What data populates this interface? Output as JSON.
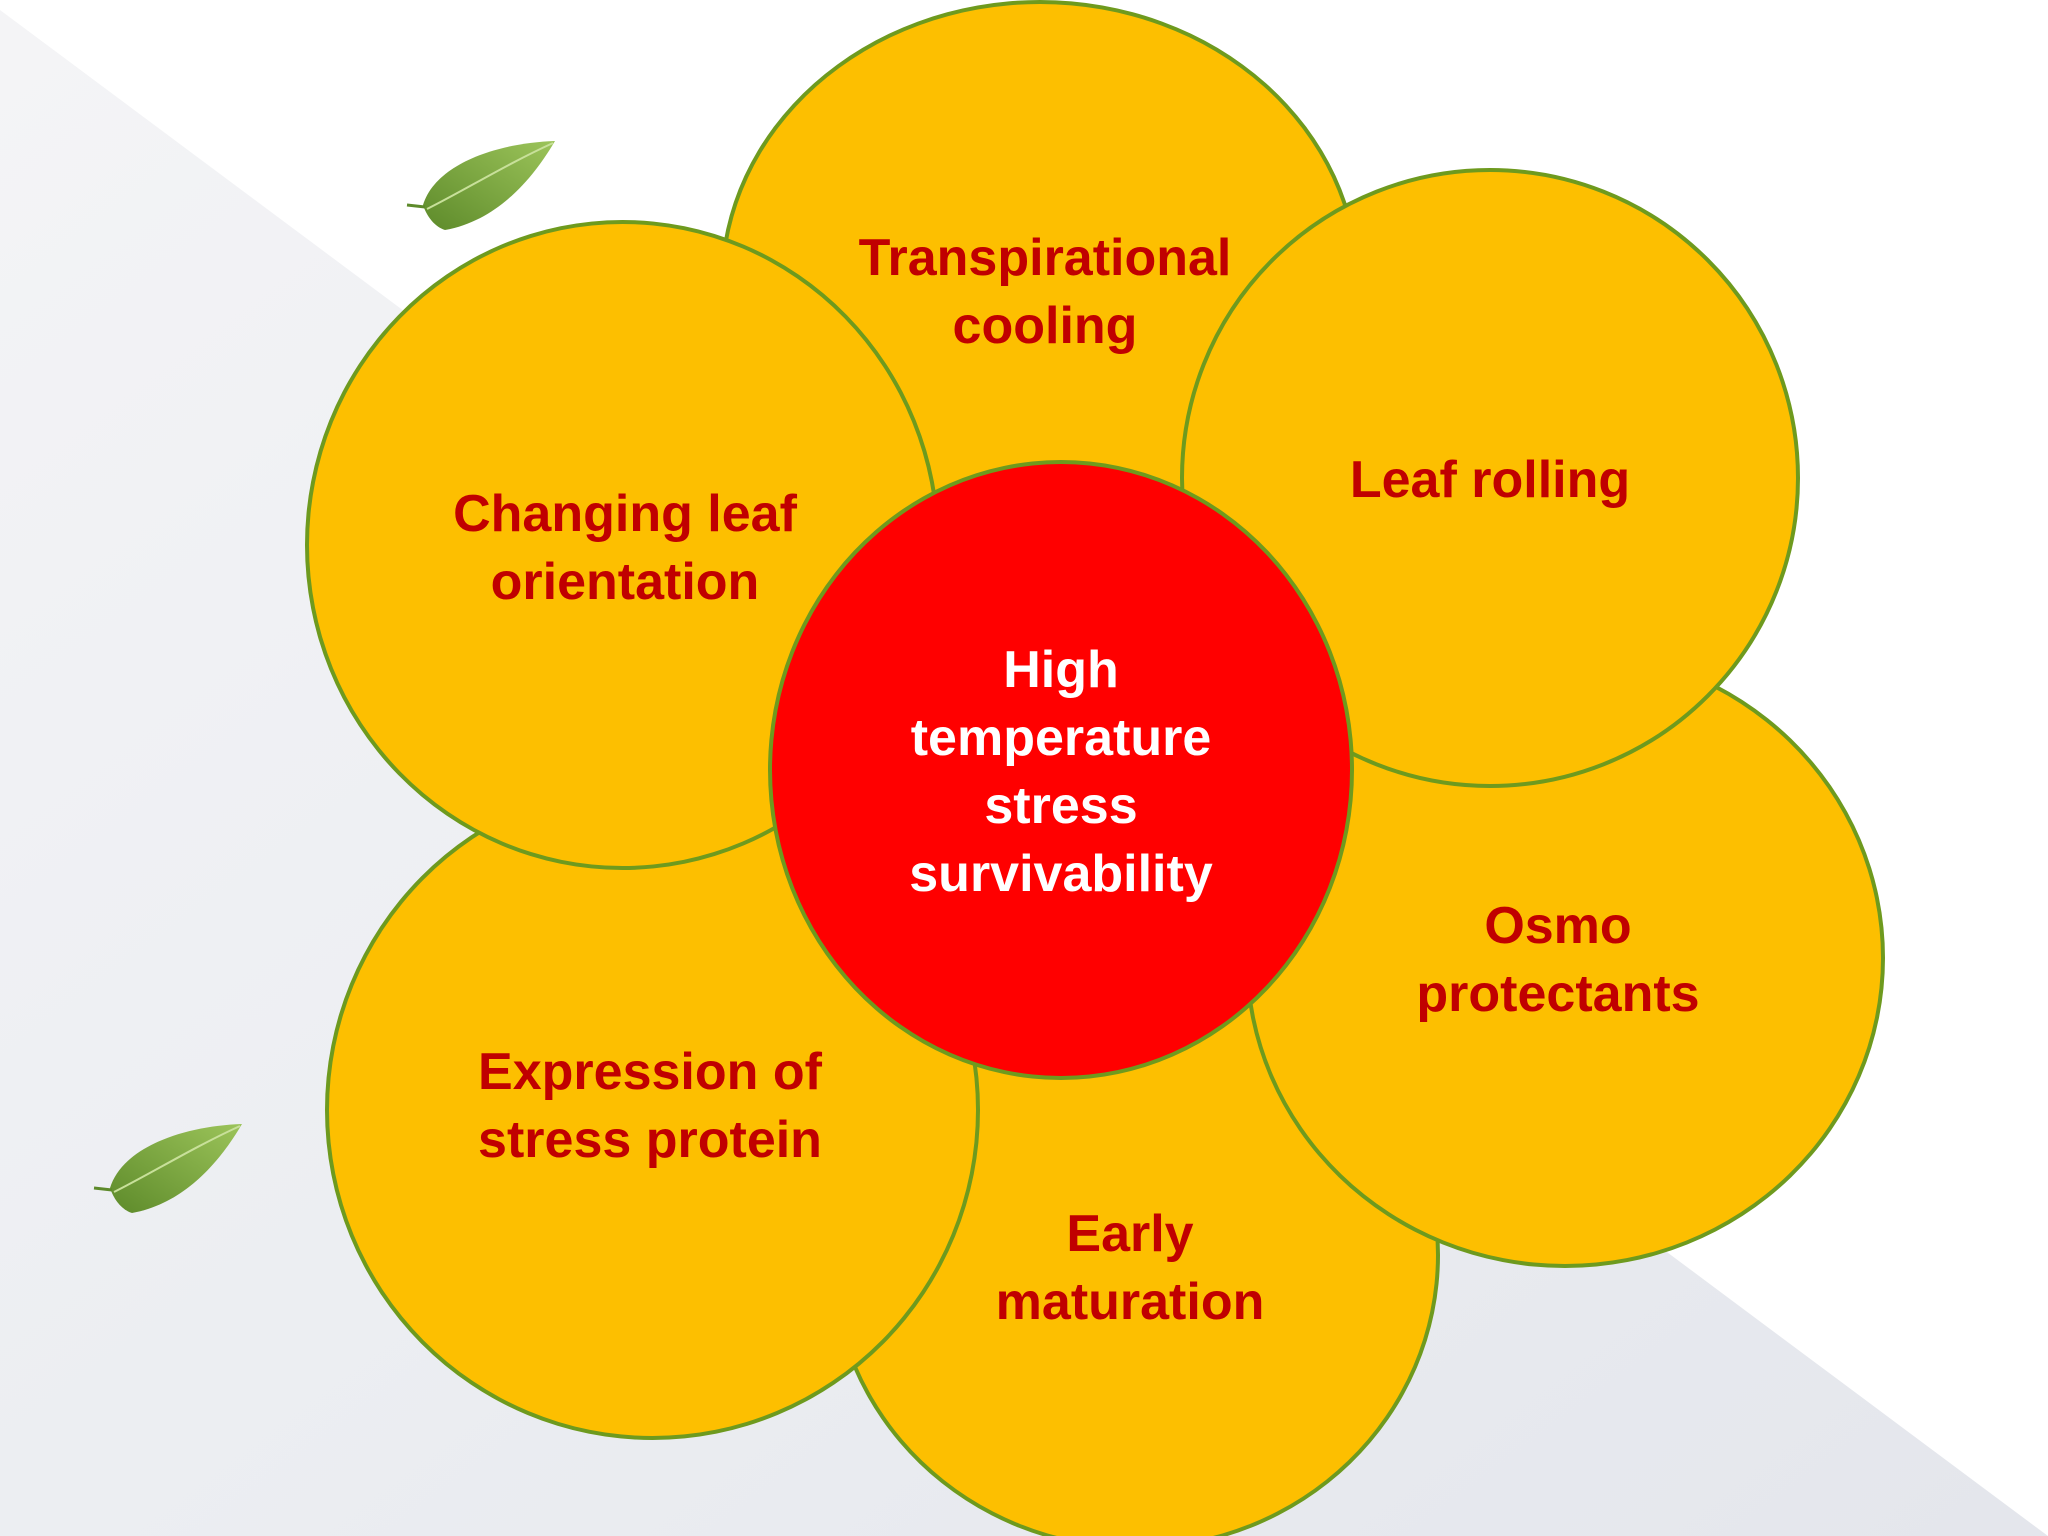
{
  "colors": {
    "petal_fill": "#FDBF00",
    "petal_stroke": "#6E9A1E",
    "petal_text": "#C00000",
    "center_fill": "#FF0000",
    "center_text": "#FFFFFF"
  },
  "diagram": {
    "center": {
      "label": "High\ntemperature\nstress\nsurvivability"
    },
    "petals": [
      {
        "id": "transpirational-cooling",
        "label": "Transpirational\ncooling"
      },
      {
        "id": "leaf-rolling",
        "label": "Leaf rolling"
      },
      {
        "id": "osmo-protectants",
        "label": "Osmo\nprotectants"
      },
      {
        "id": "early-maturation",
        "label": "Early\nmaturation"
      },
      {
        "id": "expression-of-stress-protein",
        "label": "Expression of\nstress protein"
      },
      {
        "id": "changing-leaf-orientation",
        "label": "Changing leaf\norientation"
      }
    ],
    "decorations": [
      "leaf-icon",
      "leaf-icon"
    ]
  }
}
